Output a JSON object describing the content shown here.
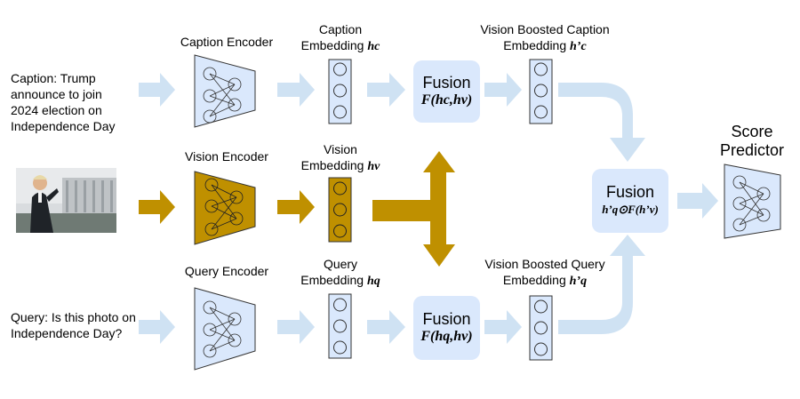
{
  "inputs": {
    "caption_text": [
      "Caption: Trump",
      "announce to join",
      "2024 election on",
      "Independence Day"
    ],
    "query_text": [
      "Query: Is this photo on",
      "Independence Day?"
    ]
  },
  "encoders": {
    "caption": "Caption Encoder",
    "vision": "Vision Encoder",
    "query": "Query Encoder"
  },
  "embeddings": {
    "caption": {
      "line1": "Caption",
      "line2": "Embedding",
      "math": "hc"
    },
    "vision": {
      "line1": "Vision",
      "line2": "Embedding",
      "math": "hv"
    },
    "query": {
      "line1": "Query",
      "line2": "Embedding",
      "math": "hq"
    }
  },
  "boosted": {
    "caption": {
      "line1": "Vision Boosted Caption",
      "line2": "Embedding",
      "math": "h’c"
    },
    "query": {
      "line1": "Vision Boosted Query",
      "line2": "Embedding",
      "math": "h’q"
    }
  },
  "fusion": {
    "title": "Fusion",
    "caption_formula": "F(hc,hv)",
    "query_formula": "F(hq,hv)",
    "final_formula": "h’q⊙F(h’v)"
  },
  "score_predictor": [
    "Score",
    "Predictor"
  ],
  "colors": {
    "light_blue": "#cfe2f3",
    "box_blue": "#dae8fc",
    "gold": "#bf9000",
    "gold_dark": "#8a6800",
    "outline": "#333333"
  }
}
